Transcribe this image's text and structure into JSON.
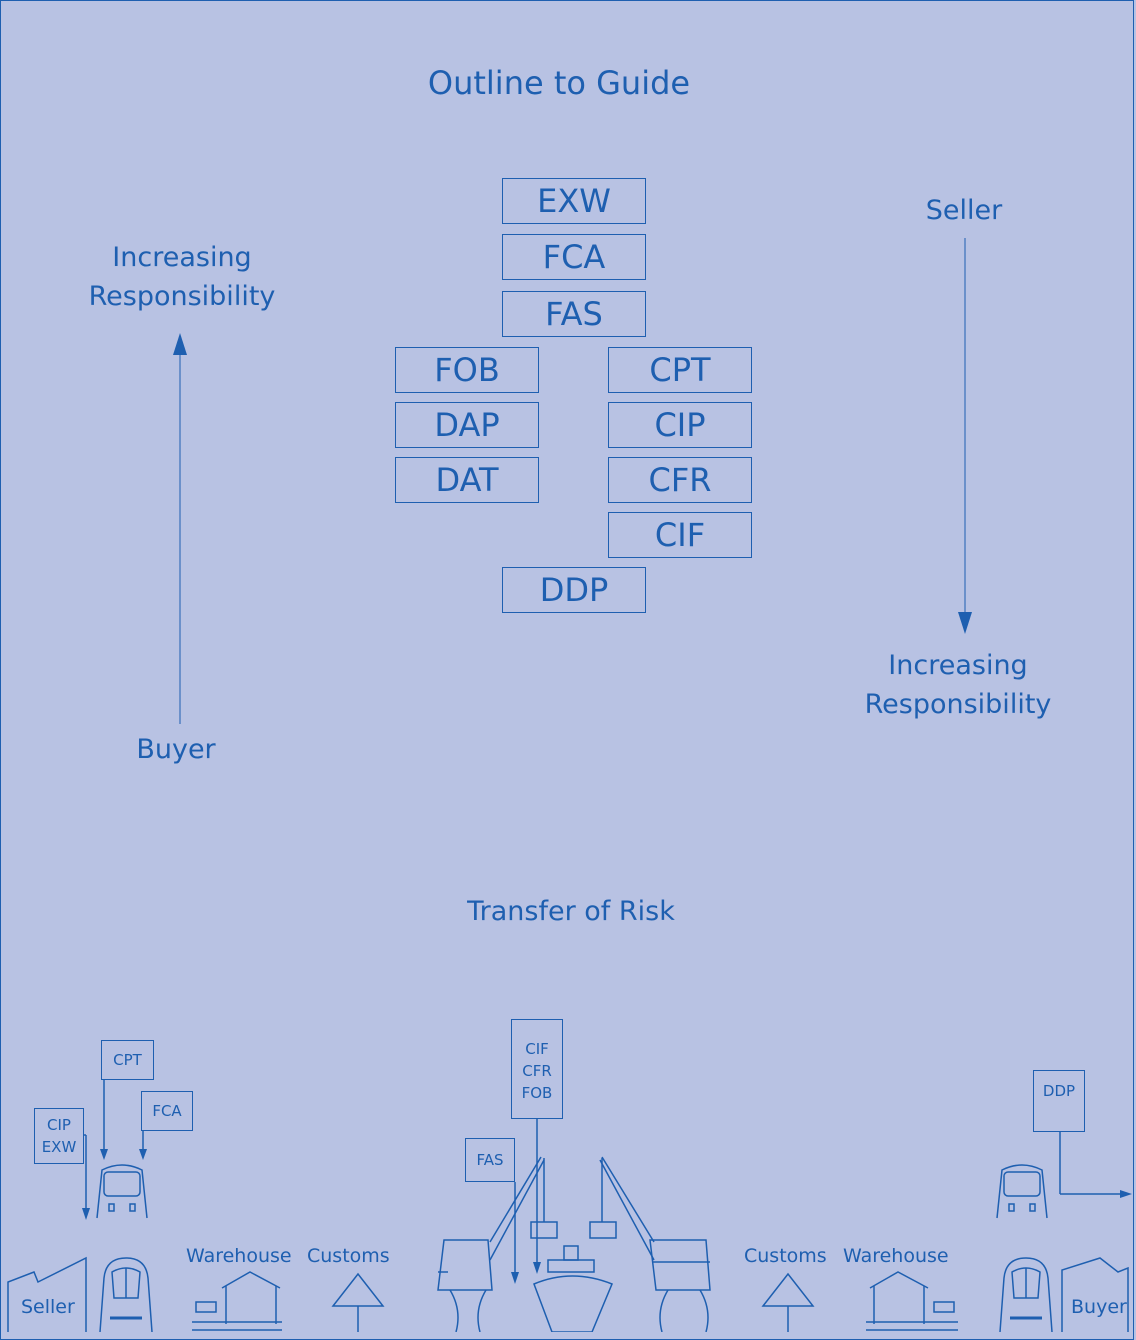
{
  "outline": {
    "title": "Outline to Guide",
    "left": {
      "top_label": "Increasing Responsibility",
      "bottom_label": "Buyer"
    },
    "right": {
      "top_label": "Seller",
      "bottom_label": "Increasing Responsibility"
    },
    "terms": {
      "center": [
        "EXW",
        "FCA",
        "FAS"
      ],
      "left_column": [
        "FOB",
        "DAP",
        "DAT"
      ],
      "right_column": [
        "CPT",
        "CIP",
        "CFR",
        "CIF"
      ],
      "bottom": "DDP"
    }
  },
  "risk": {
    "title": "Transfer of Risk",
    "locations": {
      "seller": "Seller",
      "buyer": "Buyer",
      "warehouse_left": "Warehouse",
      "customs_left": "Customs",
      "customs_right": "Customs",
      "warehouse_right": "Warehouse"
    },
    "markers": {
      "cip_exw": [
        "CIP",
        "EXW"
      ],
      "cpt": "CPT",
      "fca": "FCA",
      "fas": "FAS",
      "ship": [
        "CIF",
        "CFR",
        "FOB"
      ],
      "ddp": "DDP"
    }
  },
  "colors": {
    "background": "#b8c2e3",
    "ink": "#1e5fb0"
  }
}
